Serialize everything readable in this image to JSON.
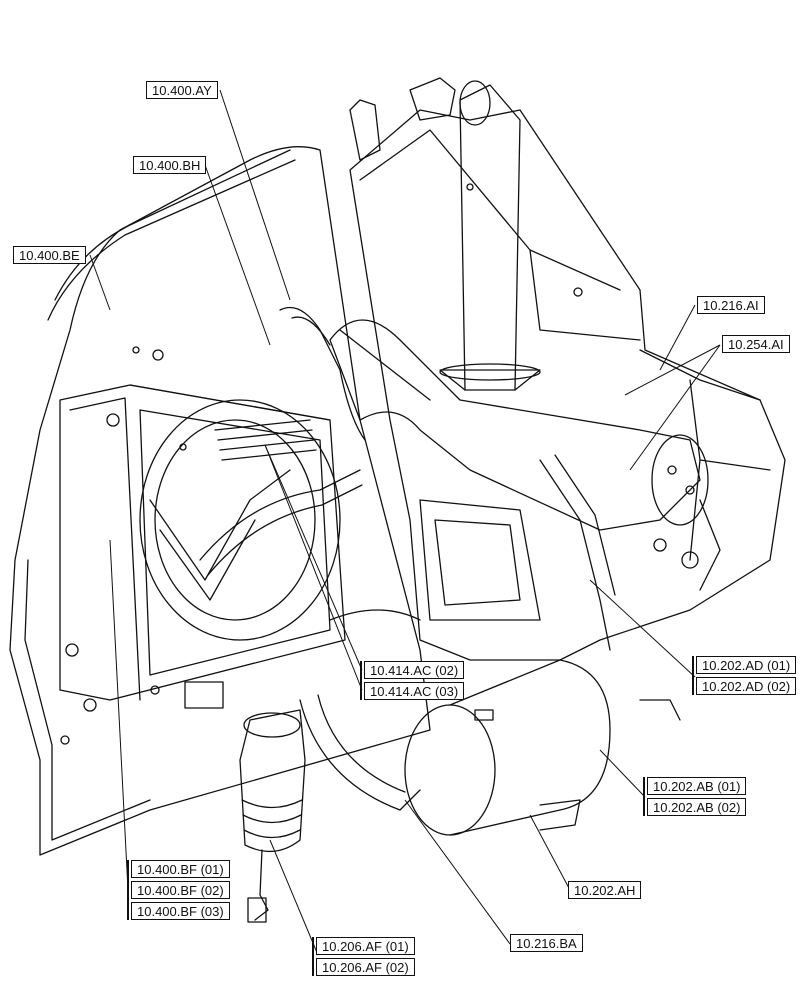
{
  "callouts": {
    "ay": "10.400.AY",
    "bh": "10.400.BH",
    "be": "10.400.BE",
    "ai": "10.216.AI",
    "i254": "10.254.AI",
    "ac": [
      "10.414.AC (02)",
      "10.414.AC (03)"
    ],
    "ad": [
      "10.202.AD (01)",
      "10.202.AD (02)"
    ],
    "ab": [
      "10.202.AB (01)",
      "10.202.AB (02)"
    ],
    "ah": "10.202.AH",
    "bf": [
      "10.400.BF (01)",
      "10.400.BF (02)",
      "10.400.BF (03)"
    ],
    "af": [
      "10.206.AF (01)",
      "10.206.AF (02)"
    ],
    "ba": "10.216.BA"
  },
  "colors": {
    "line": "#111111",
    "background": "#ffffff"
  }
}
